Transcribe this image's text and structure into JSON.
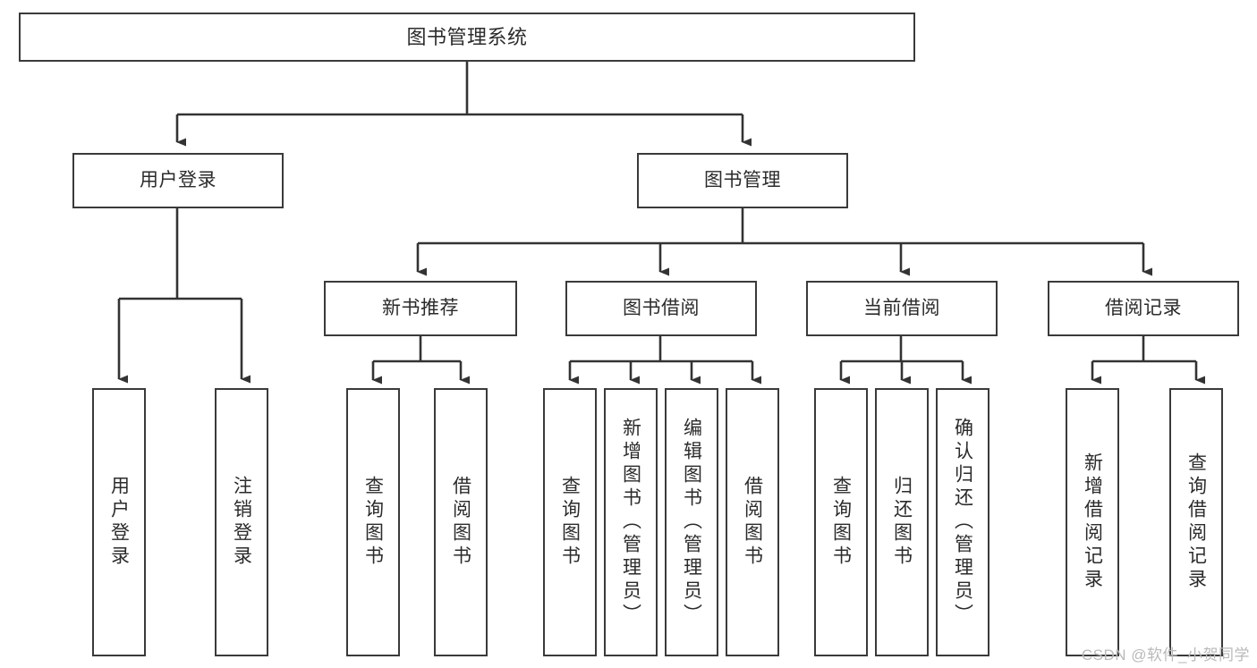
{
  "diagram": {
    "title": "图书管理系统",
    "type": "hierarchy-tree",
    "colors": {
      "box_border": "#3a3a3a",
      "box_fill": "#ffffff",
      "connector": "#333333",
      "text": "#2b2b2b",
      "watermark": "#b9b9b9",
      "background": "#ffffff"
    },
    "root": {
      "label": "图书管理系统"
    },
    "level1": [
      {
        "label": "用户登录"
      },
      {
        "label": "图书管理"
      }
    ],
    "level2": [
      {
        "label": "新书推荐"
      },
      {
        "label": "图书借阅"
      },
      {
        "label": "当前借阅"
      },
      {
        "label": "借阅记录"
      }
    ],
    "leaves": {
      "user_login": [
        {
          "label": "用户登录"
        },
        {
          "label": "注销登录"
        }
      ],
      "new_book_recommend": [
        {
          "label": "查询图书"
        },
        {
          "label": "借阅图书"
        }
      ],
      "book_borrow": [
        {
          "label": "查询图书"
        },
        {
          "label": "新增图书（管理员）"
        },
        {
          "label": "编辑图书（管理员）"
        },
        {
          "label": "借阅图书"
        }
      ],
      "current_borrow": [
        {
          "label": "查询图书"
        },
        {
          "label": "归还图书"
        },
        {
          "label": "确认归还（管理员）"
        }
      ],
      "borrow_record": [
        {
          "label": "新增借阅记录"
        },
        {
          "label": "查询借阅记录"
        }
      ]
    },
    "watermark": "CSDN @软件_小贺同学"
  }
}
